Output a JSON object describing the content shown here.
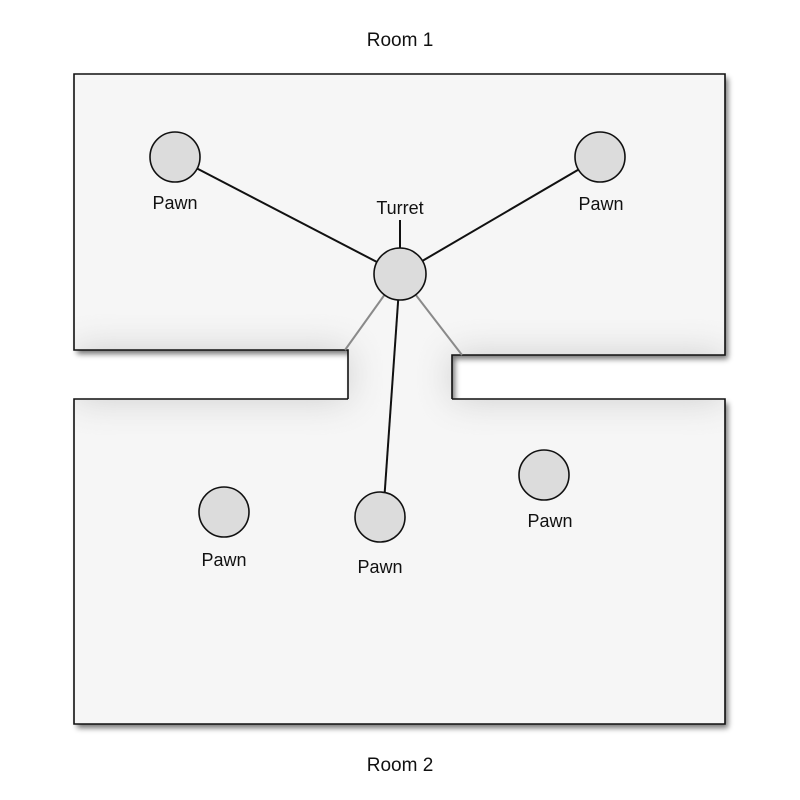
{
  "rooms": {
    "room1_title": "Room 1",
    "room2_title": "Room 2"
  },
  "turret": {
    "label": "Turret"
  },
  "pawns": {
    "room1_left": "Pawn",
    "room1_right": "Pawn",
    "room2_left": "Pawn",
    "room2_middle": "Pawn",
    "room2_right": "Pawn"
  },
  "colors": {
    "node_fill": "#dcdcdc",
    "outline": "#111111",
    "sight_line": "#8a8a8a",
    "room_fill": "#f6f6f6"
  }
}
